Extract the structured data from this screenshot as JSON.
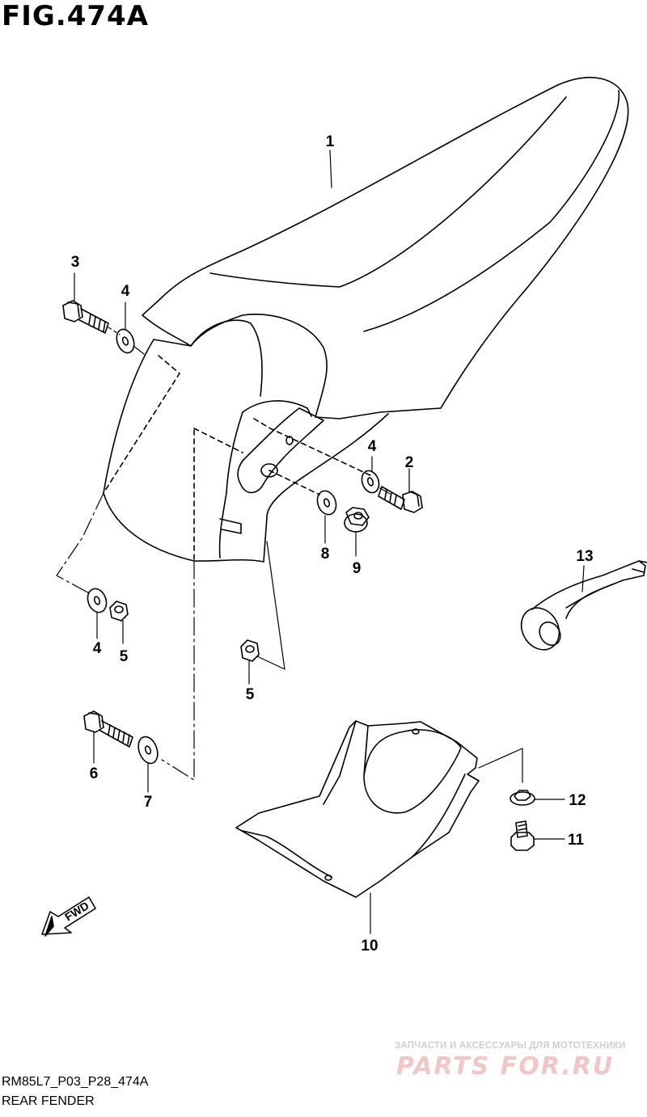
{
  "figure": {
    "title": "FIG.474A",
    "code": "RM85L7_P03_P28_474A",
    "name": "REAR FENDER"
  },
  "fwd_label": "FWD",
  "callouts": [
    {
      "id": "c1",
      "number": "1"
    },
    {
      "id": "c2",
      "number": "2"
    },
    {
      "id": "c3",
      "number": "3"
    },
    {
      "id": "c4a",
      "number": "4"
    },
    {
      "id": "c4b",
      "number": "4"
    },
    {
      "id": "c4c",
      "number": "4"
    },
    {
      "id": "c5a",
      "number": "5"
    },
    {
      "id": "c5b",
      "number": "5"
    },
    {
      "id": "c6",
      "number": "6"
    },
    {
      "id": "c7",
      "number": "7"
    },
    {
      "id": "c8",
      "number": "8"
    },
    {
      "id": "c9",
      "number": "9"
    },
    {
      "id": "c10",
      "number": "10"
    },
    {
      "id": "c11",
      "number": "11"
    },
    {
      "id": "c12",
      "number": "12"
    },
    {
      "id": "c13",
      "number": "13"
    }
  ],
  "watermark": {
    "subtitle": "ЗАПЧАСТИ И АКСЕССУАРЫ ДЛЯ МОТОТЕХНИКИ",
    "logo": "PARTS FOR.RU"
  }
}
